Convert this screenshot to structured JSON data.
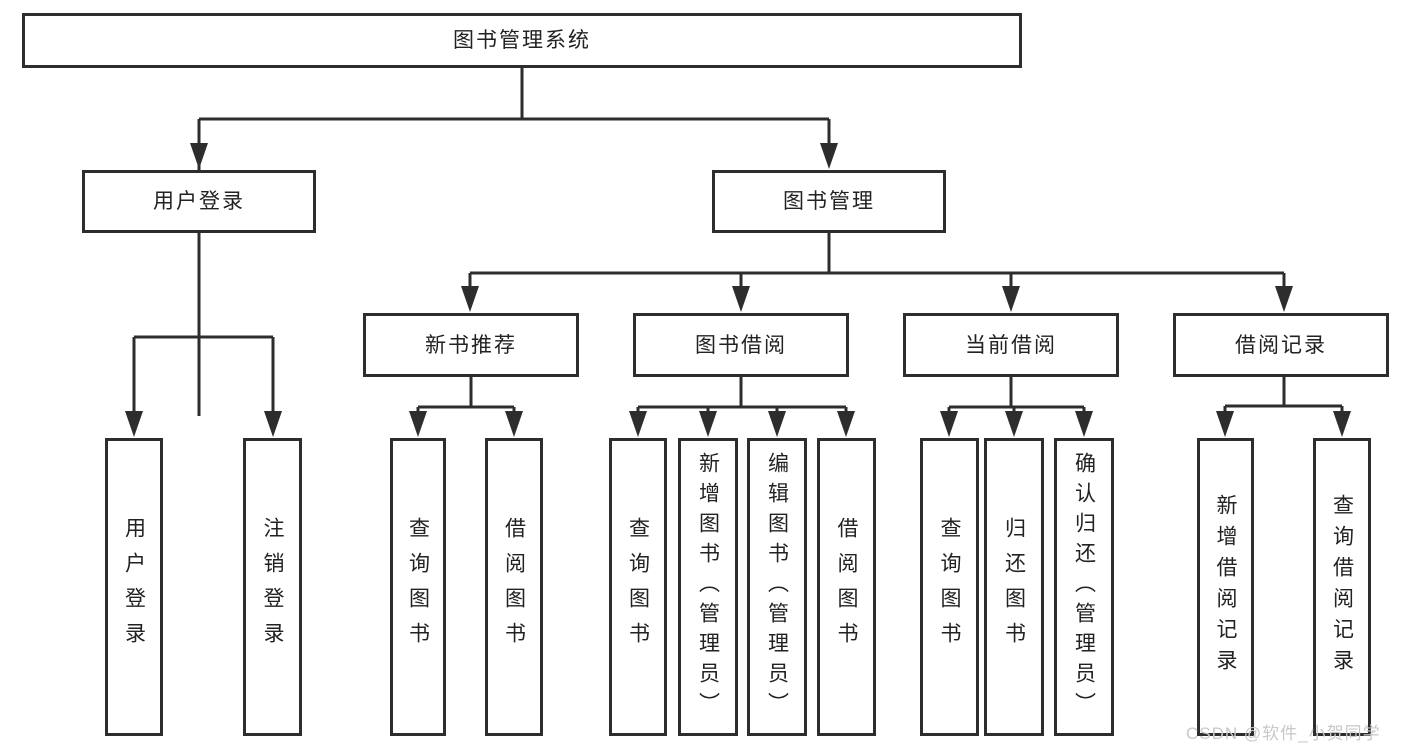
{
  "root": {
    "label": "图书管理系统"
  },
  "level2": {
    "user_login": {
      "label": "用户登录"
    },
    "book_mgmt": {
      "label": "图书管理"
    }
  },
  "level3": {
    "new_books": {
      "label": "新书推荐"
    },
    "borrowing": {
      "label": "图书借阅"
    },
    "current": {
      "label": "当前借阅"
    },
    "records": {
      "label": "借阅记录"
    }
  },
  "leaves": {
    "user_login_1": "用户登录",
    "user_login_2": "注销登录",
    "new_books_1": "查询图书",
    "new_books_2": "借阅图书",
    "borrowing_1": "查询图书",
    "borrowing_2": "新增图书（管理员）",
    "borrowing_3": "编辑图书（管理员）",
    "borrowing_4": "借阅图书",
    "current_1": "查询图书",
    "current_2": "归还图书",
    "current_3": "确认归还（管理员）",
    "records_1": "新增借阅记录",
    "records_2": "查询借阅记录"
  },
  "watermark": {
    "text": "CSDN @软件_小贺同学"
  },
  "colors": {
    "line": "#2d2d2d",
    "text": "#222222",
    "watermark": "#c8c8c8",
    "background": "#ffffff"
  }
}
